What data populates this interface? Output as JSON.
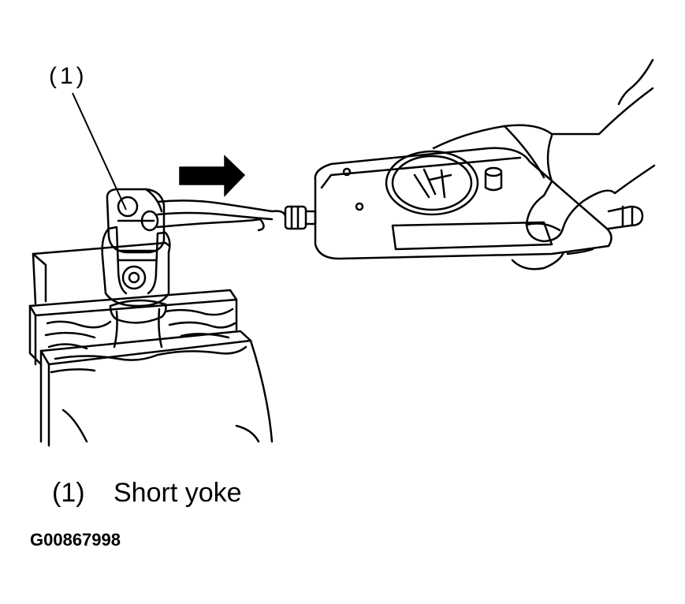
{
  "callout": {
    "marker": "(1)"
  },
  "legend": {
    "items": [
      {
        "marker": "(1)",
        "label": "Short yoke"
      }
    ]
  },
  "figure_id": "G00867998",
  "colors": {
    "line": "#000000",
    "background": "#ffffff",
    "arrow": "#000000"
  }
}
